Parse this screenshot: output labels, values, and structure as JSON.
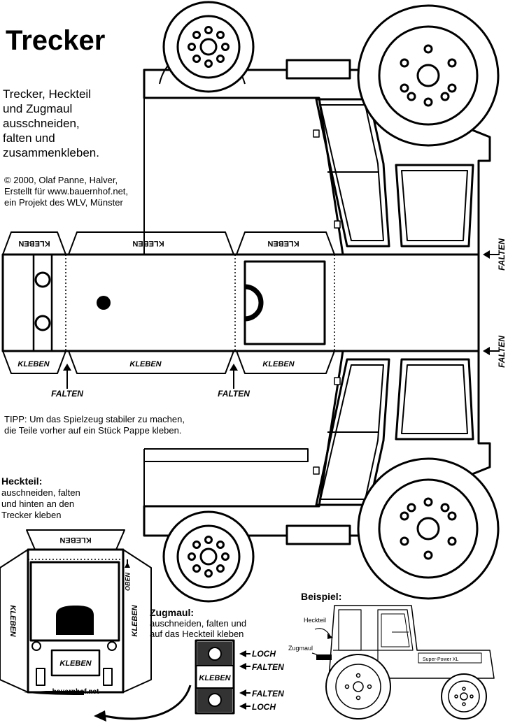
{
  "title": "Trecker",
  "instructions": "Trecker, Heckteil\nund Zugmaul\nausschneiden,\nfalten und\nzusammenkleben.",
  "credit": "© 2000, Olaf Panne, Halver,\nErstellt für www.bauernhof.net,\nein Projekt des WLV, Münster",
  "tip": "TIPP: Um das Spielzeug stabiler zu machen,\ndie Teile vorher auf ein Stück Pappe kleben.",
  "labels": {
    "kleben": "KLEBEN",
    "falten": "FALTEN",
    "loch": "LOCH",
    "oben": "OBEN"
  },
  "heckteil": {
    "title": "Heckteil:",
    "body": "auschneiden, falten\nund hinten an den\nTrecker kleben",
    "logo_text": "bauernhof.net"
  },
  "zugmaul": {
    "title": "Zugmaul:",
    "body": "auschneiden, falten und\nauf das Heckteil kleben"
  },
  "example": {
    "title": "Beispiel:",
    "label_heckteil": "Heckteil",
    "label_zugmaul": "Zugmaul",
    "brand": "Super-Power XL"
  }
}
